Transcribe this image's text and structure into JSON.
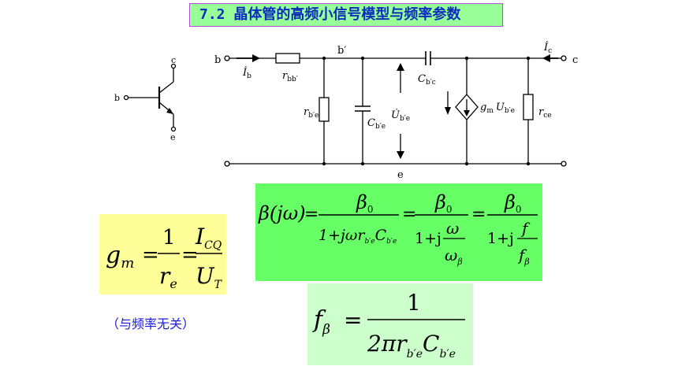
{
  "title": "7.2 晶体管的高频小信号模型与频率参数",
  "note": "（与频率无关）",
  "symbol": {
    "b": "b",
    "c": "c",
    "e": "e"
  },
  "circuit": {
    "node_b": "b",
    "node_c": "c",
    "node_e": "e",
    "node_bprime": "b′",
    "ib": "İ",
    "ib_sub": "b",
    "ic": "İ",
    "ic_sub": "c",
    "rbb": "r",
    "rbb_sub": "bb′",
    "rbe": "r",
    "rbe_sub": "b′e",
    "cbe": "C",
    "cbe_sub": "b′e",
    "ube": "U̇",
    "ube_sub": "b′e",
    "cbc": "C",
    "cbc_sub": "b′c",
    "gm_src": "g",
    "gm_src_sub": "m",
    "gm_src_u": "U",
    "gm_src_u_sub": "b′e",
    "rce": "r",
    "rce_sub": "ce"
  },
  "formulas": {
    "gm": {
      "lhs": "g",
      "lhs_sub": "m",
      "eq1": "=",
      "num1": "1",
      "den1": "r",
      "den1_sub": "e",
      "eq2": "=",
      "num2": "I",
      "num2_sub": "CQ",
      "den2": "U",
      "den2_sub": "T"
    },
    "beta": {
      "lhs": "β(jω)",
      "eq": "=",
      "num": "β",
      "num_sub": "0",
      "den1_a": "1+jωr",
      "den1_a_sub": "b′e",
      "den1_b": "C",
      "den1_b_sub": "b′e",
      "den2_a": "1+j",
      "den2_frac_num": "ω",
      "den2_frac_den": "ω",
      "den2_frac_den_sub": "β",
      "den3_a": "1+j",
      "den3_frac_num": "f",
      "den3_frac_den": "f",
      "den3_frac_den_sub": "β"
    },
    "fbeta": {
      "lhs": "f",
      "lhs_sub": "β",
      "eq": "=",
      "num": "1",
      "den": "2πr",
      "den_sub": "b′e",
      "den_c": "C",
      "den_c_sub": "b′e"
    }
  },
  "colors": {
    "title_bg": "#99ff99",
    "title_fg": "#0b2dbd",
    "gm_bg": "#ffff99",
    "beta_bg": "#66ff66",
    "fbeta_bg": "#ccffcc",
    "note_fg": "#1a1ae0"
  }
}
